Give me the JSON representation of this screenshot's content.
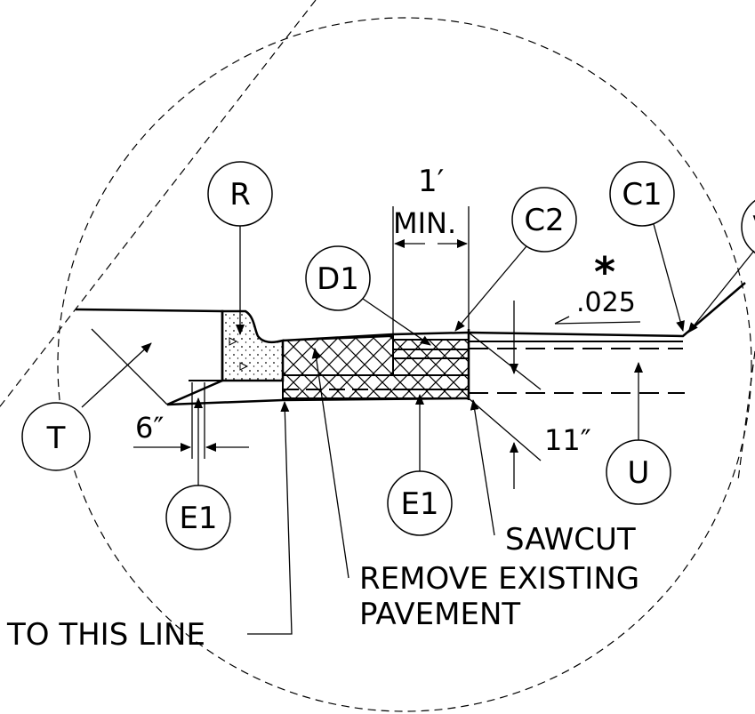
{
  "bubbles": {
    "r": "R",
    "c1": "C1",
    "c2": "C2",
    "d1": "D1",
    "t": "T",
    "u": "U",
    "e1_left": "E1",
    "e1_center": "E1",
    "v_partial": "V"
  },
  "dimensions": {
    "one_foot": "1′",
    "min": "MIN.",
    "six_inch": "6″",
    "eleven_inch": "11″",
    "asterisk": "*",
    "slope": ".025"
  },
  "notes": {
    "sawcut": "SAWCUT",
    "remove_line1": "REMOVE EXISTING",
    "remove_line2": "PAVEMENT",
    "to_this_line": "TO THIS LINE"
  },
  "colors": {
    "ink": "#000000",
    "background": "#ffffff"
  }
}
